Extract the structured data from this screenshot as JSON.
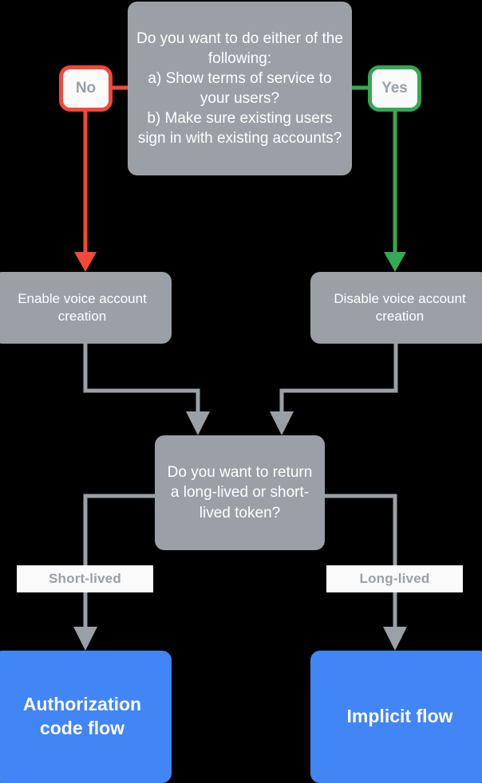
{
  "diagram": {
    "title_present": false,
    "background_color": "#000000",
    "palette": {
      "gray_node": "#9aa0a6",
      "blue_node": "#4285f4",
      "red_edge": "#f4483b",
      "green_edge": "#34a853",
      "gray_edge": "#9aa0a6",
      "badge_fill": "#fafafa",
      "badge_text": "#9aa0a6",
      "node_text": "#ffffff"
    }
  },
  "nodes": {
    "question_top": {
      "text": "Do you want to do either of the following:\na) Show terms of service to your users?\nb) Make sure existing users sign in with existing accounts?",
      "lines": [
        "Do you want to do either",
        "of the following:",
        "a) Show terms of service",
        "to your users?",
        "b) Make sure existing",
        "users sign in with existing",
        "accounts?"
      ],
      "type": "decision",
      "color": "#9aa0a6"
    },
    "enable_voice": {
      "text": "Enable voice account creation",
      "lines": [
        "Enable voice",
        "account creation"
      ],
      "type": "process",
      "color": "#9aa0a6"
    },
    "disable_voice": {
      "text": "Disable voice account creation",
      "lines": [
        "Disable voice",
        "account creation"
      ],
      "type": "process",
      "color": "#9aa0a6"
    },
    "question_token": {
      "text": "Do you want to return a long-lived or short-lived token?",
      "lines": [
        "Do you want to",
        "return a long-lived",
        "or short-lived",
        "token?"
      ],
      "type": "decision",
      "color": "#9aa0a6"
    },
    "authorization_code_flow": {
      "text": "Authorization code flow",
      "lines": [
        "Authorization",
        "code flow"
      ],
      "type": "terminal",
      "color": "#4285f4"
    },
    "implicit_flow": {
      "text": "Implicit flow",
      "lines": [
        "Implicit",
        "flow"
      ],
      "type": "terminal",
      "color": "#4285f4"
    }
  },
  "edge_labels": {
    "no": "No",
    "yes": "Yes",
    "short_lived": "Short-lived",
    "long_lived": "Long-lived"
  },
  "edges": [
    {
      "from": "question_top",
      "to": "enable_voice",
      "label": "No",
      "color": "#f4483b"
    },
    {
      "from": "question_top",
      "to": "disable_voice",
      "label": "Yes",
      "color": "#34a853"
    },
    {
      "from": "enable_voice",
      "to": "question_token",
      "label": "",
      "color": "#9aa0a6"
    },
    {
      "from": "disable_voice",
      "to": "question_token",
      "label": "",
      "color": "#9aa0a6"
    },
    {
      "from": "question_token",
      "to": "authorization_code_flow",
      "label": "Short-lived",
      "color": "#9aa0a6"
    },
    {
      "from": "question_token",
      "to": "implicit_flow",
      "label": "Long-lived",
      "color": "#9aa0a6"
    }
  ]
}
